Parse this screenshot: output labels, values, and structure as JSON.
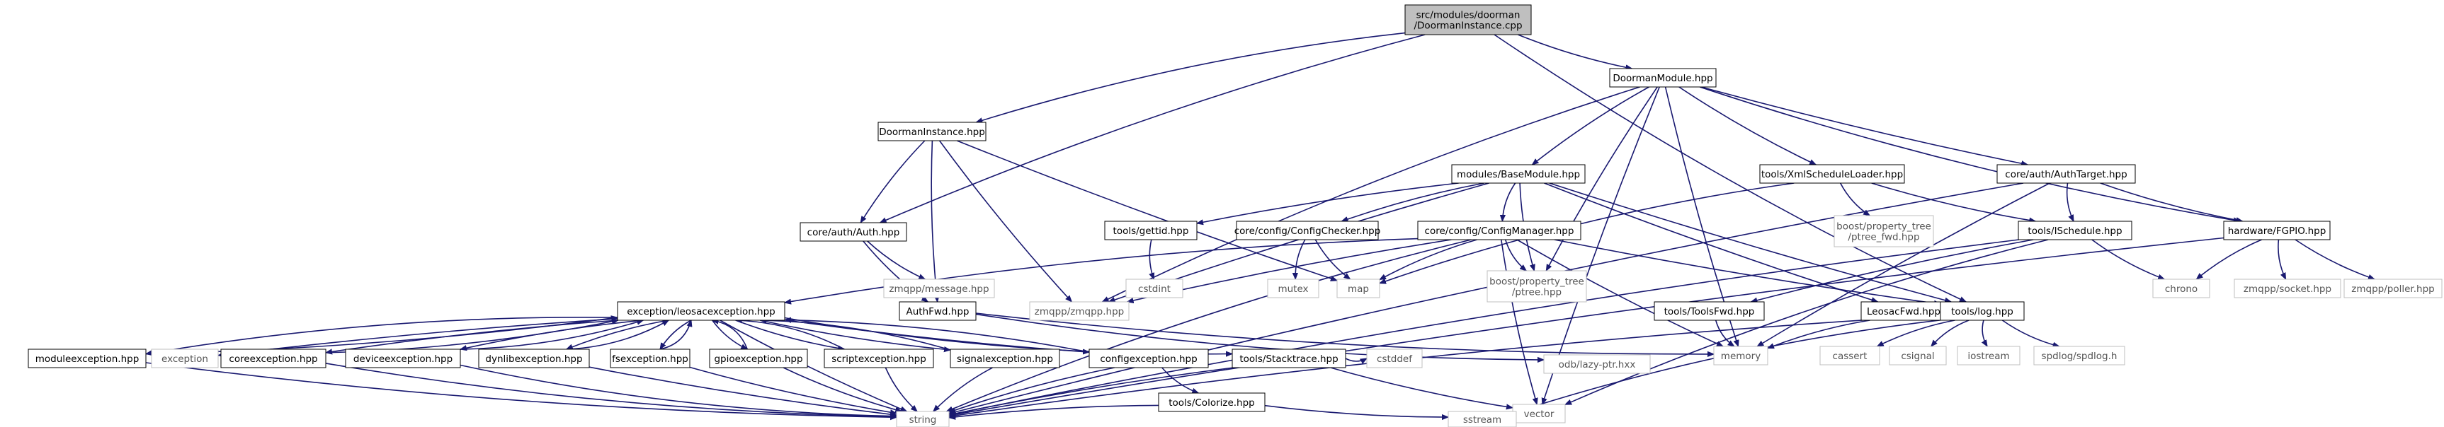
{
  "diagram": {
    "kind": "include-dependency-graph",
    "edge_color": "#191970",
    "root_fill": "#bfbfbf",
    "system_border": "#bfbfbf",
    "nodes": [
      {
        "id": "root",
        "lines": [
          "src/modules/doorman",
          "/DoormanInstance.cpp"
        ],
        "style": "root"
      },
      {
        "id": "DoormanModule",
        "lines": [
          "DoormanModule.hpp"
        ],
        "style": "normal"
      },
      {
        "id": "DoormanInstance",
        "lines": [
          "DoormanInstance.hpp"
        ],
        "style": "normal"
      },
      {
        "id": "BaseModule",
        "lines": [
          "modules/BaseModule.hpp"
        ],
        "style": "normal"
      },
      {
        "id": "XmlScheduleLoader",
        "lines": [
          "tools/XmlScheduleLoader.hpp"
        ],
        "style": "normal"
      },
      {
        "id": "AuthTarget",
        "lines": [
          "core/auth/AuthTarget.hpp"
        ],
        "style": "normal"
      },
      {
        "id": "Auth",
        "lines": [
          "core/auth/Auth.hpp"
        ],
        "style": "normal"
      },
      {
        "id": "gettid",
        "lines": [
          "tools/gettid.hpp"
        ],
        "style": "normal"
      },
      {
        "id": "ConfigChecker",
        "lines": [
          "core/config/ConfigChecker.hpp"
        ],
        "style": "normal"
      },
      {
        "id": "ConfigManager",
        "lines": [
          "core/config/ConfigManager.hpp"
        ],
        "style": "normal"
      },
      {
        "id": "ptree_fwd",
        "lines": [
          "boost/property_tree",
          "/ptree_fwd.hpp"
        ],
        "style": "system"
      },
      {
        "id": "ISchedule",
        "lines": [
          "tools/ISchedule.hpp"
        ],
        "style": "normal"
      },
      {
        "id": "FGPIO",
        "lines": [
          "hardware/FGPIO.hpp"
        ],
        "style": "normal"
      },
      {
        "id": "zmqpp_message",
        "lines": [
          "zmqpp/message.hpp"
        ],
        "style": "system"
      },
      {
        "id": "cstdint",
        "lines": [
          "cstdint"
        ],
        "style": "system"
      },
      {
        "id": "mutex",
        "lines": [
          "mutex"
        ],
        "style": "system"
      },
      {
        "id": "map",
        "lines": [
          "map"
        ],
        "style": "system"
      },
      {
        "id": "ptree",
        "lines": [
          "boost/property_tree",
          "/ptree.hpp"
        ],
        "style": "system"
      },
      {
        "id": "chrono",
        "lines": [
          "chrono"
        ],
        "style": "system"
      },
      {
        "id": "zmqpp_socket",
        "lines": [
          "zmqpp/socket.hpp"
        ],
        "style": "system"
      },
      {
        "id": "zmqpp_poller",
        "lines": [
          "zmqpp/poller.hpp"
        ],
        "style": "system"
      },
      {
        "id": "leosacexception",
        "lines": [
          "exception/leosacexception.hpp"
        ],
        "style": "normal"
      },
      {
        "id": "AuthFwd",
        "lines": [
          "AuthFwd.hpp"
        ],
        "style": "normal"
      },
      {
        "id": "zmqpp",
        "lines": [
          "zmqpp/zmqpp.hpp"
        ],
        "style": "system"
      },
      {
        "id": "ToolsFwd",
        "lines": [
          "tools/ToolsFwd.hpp"
        ],
        "style": "normal"
      },
      {
        "id": "LeosacFwd",
        "lines": [
          "LeosacFwd.hpp"
        ],
        "style": "normal"
      },
      {
        "id": "log",
        "lines": [
          "tools/log.hpp"
        ],
        "style": "normal"
      },
      {
        "id": "moduleexception",
        "lines": [
          "moduleexception.hpp"
        ],
        "style": "normal"
      },
      {
        "id": "exception",
        "lines": [
          "exception"
        ],
        "style": "system"
      },
      {
        "id": "coreexception",
        "lines": [
          "coreexception.hpp"
        ],
        "style": "normal"
      },
      {
        "id": "deviceexception",
        "lines": [
          "deviceexception.hpp"
        ],
        "style": "normal"
      },
      {
        "id": "dynlibexception",
        "lines": [
          "dynlibexception.hpp"
        ],
        "style": "normal"
      },
      {
        "id": "fsexception",
        "lines": [
          "fsexception.hpp"
        ],
        "style": "normal"
      },
      {
        "id": "gpioexception",
        "lines": [
          "gpioexception.hpp"
        ],
        "style": "normal"
      },
      {
        "id": "scriptexception",
        "lines": [
          "scriptexception.hpp"
        ],
        "style": "normal"
      },
      {
        "id": "signalexception",
        "lines": [
          "signalexception.hpp"
        ],
        "style": "normal"
      },
      {
        "id": "configexception",
        "lines": [
          "configexception.hpp"
        ],
        "style": "normal"
      },
      {
        "id": "Stacktrace",
        "lines": [
          "tools/Stacktrace.hpp"
        ],
        "style": "normal"
      },
      {
        "id": "cstddef",
        "lines": [
          "cstddef"
        ],
        "style": "system"
      },
      {
        "id": "odb",
        "lines": [
          "odb/lazy-ptr.hxx"
        ],
        "style": "system"
      },
      {
        "id": "memory",
        "lines": [
          "memory"
        ],
        "style": "system"
      },
      {
        "id": "cassert",
        "lines": [
          "cassert"
        ],
        "style": "system"
      },
      {
        "id": "csignal",
        "lines": [
          "csignal"
        ],
        "style": "system"
      },
      {
        "id": "iostream",
        "lines": [
          "iostream"
        ],
        "style": "system"
      },
      {
        "id": "spdlog",
        "lines": [
          "spdlog/spdlog.h"
        ],
        "style": "system"
      },
      {
        "id": "vector",
        "lines": [
          "vector"
        ],
        "style": "system"
      },
      {
        "id": "Colorize",
        "lines": [
          "tools/Colorize.hpp"
        ],
        "style": "normal"
      },
      {
        "id": "string",
        "lines": [
          "string"
        ],
        "style": "system"
      },
      {
        "id": "sstream",
        "lines": [
          "sstream"
        ],
        "style": "system"
      }
    ],
    "edges": [
      [
        "root",
        "DoormanModule"
      ],
      [
        "root",
        "DoormanInstance"
      ],
      [
        "root",
        "Auth"
      ],
      [
        "root",
        "log"
      ],
      [
        "DoormanModule",
        "BaseModule"
      ],
      [
        "DoormanModule",
        "XmlScheduleLoader"
      ],
      [
        "DoormanModule",
        "AuthTarget"
      ],
      [
        "DoormanModule",
        "FGPIO"
      ],
      [
        "DoormanModule",
        "zmqpp"
      ],
      [
        "DoormanModule",
        "ptree"
      ],
      [
        "DoormanModule",
        "memory"
      ],
      [
        "DoormanModule",
        "vector"
      ],
      [
        "DoormanInstance",
        "Auth"
      ],
      [
        "DoormanInstance",
        "AuthFwd"
      ],
      [
        "DoormanInstance",
        "zmqpp"
      ],
      [
        "DoormanInstance",
        "map"
      ],
      [
        "BaseModule",
        "gettid"
      ],
      [
        "BaseModule",
        "ConfigChecker"
      ],
      [
        "BaseModule",
        "ConfigManager"
      ],
      [
        "BaseModule",
        "ptree"
      ],
      [
        "BaseModule",
        "zmqpp"
      ],
      [
        "BaseModule",
        "log"
      ],
      [
        "BaseModule",
        "LeosacFwd"
      ],
      [
        "XmlScheduleLoader",
        "ptree_fwd"
      ],
      [
        "XmlScheduleLoader",
        "ISchedule"
      ],
      [
        "XmlScheduleLoader",
        "map"
      ],
      [
        "AuthTarget",
        "ISchedule"
      ],
      [
        "AuthTarget",
        "FGPIO"
      ],
      [
        "AuthTarget",
        "string"
      ],
      [
        "AuthTarget",
        "memory"
      ],
      [
        "Auth",
        "zmqpp_message"
      ],
      [
        "Auth",
        "AuthFwd"
      ],
      [
        "gettid",
        "cstdint"
      ],
      [
        "ConfigChecker",
        "mutex"
      ],
      [
        "ConfigChecker",
        "map"
      ],
      [
        "ConfigManager",
        "leosacexception"
      ],
      [
        "ConfigManager",
        "ptree"
      ],
      [
        "ConfigManager",
        "zmqpp"
      ],
      [
        "ConfigManager",
        "map"
      ],
      [
        "ConfigManager",
        "memory"
      ],
      [
        "ConfigManager",
        "log"
      ],
      [
        "ConfigManager",
        "string"
      ],
      [
        "ConfigManager",
        "vector"
      ],
      [
        "ISchedule",
        "ToolsFwd"
      ],
      [
        "ISchedule",
        "chrono"
      ],
      [
        "ISchedule",
        "string"
      ],
      [
        "ISchedule",
        "vector"
      ],
      [
        "FGPIO",
        "zmqpp_socket"
      ],
      [
        "FGPIO",
        "zmqpp_poller"
      ],
      [
        "FGPIO",
        "chrono"
      ],
      [
        "FGPIO",
        "string"
      ],
      [
        "AuthFwd",
        "memory"
      ],
      [
        "AuthFwd",
        "odb"
      ],
      [
        "ToolsFwd",
        "memory"
      ],
      [
        "LeosacFwd",
        "memory"
      ],
      [
        "log",
        "cassert"
      ],
      [
        "log",
        "csignal"
      ],
      [
        "log",
        "iostream"
      ],
      [
        "log",
        "spdlog"
      ],
      [
        "log",
        "string"
      ],
      [
        "log",
        "sstream"
      ],
      [
        "leosacexception",
        "moduleexception"
      ],
      [
        "leosacexception",
        "exception"
      ],
      [
        "leosacexception",
        "coreexception"
      ],
      [
        "leosacexception",
        "deviceexception"
      ],
      [
        "leosacexception",
        "dynlibexception"
      ],
      [
        "leosacexception",
        "fsexception"
      ],
      [
        "leosacexception",
        "gpioexception"
      ],
      [
        "leosacexception",
        "scriptexception"
      ],
      [
        "leosacexception",
        "signalexception"
      ],
      [
        "leosacexception",
        "configexception"
      ],
      [
        "leosacexception",
        "Stacktrace"
      ],
      [
        "leosacexception",
        "string"
      ],
      [
        "moduleexception",
        "leosacexception"
      ],
      [
        "coreexception",
        "leosacexception"
      ],
      [
        "deviceexception",
        "leosacexception"
      ],
      [
        "dynlibexception",
        "leosacexception"
      ],
      [
        "fsexception",
        "leosacexception"
      ],
      [
        "gpioexception",
        "leosacexception"
      ],
      [
        "scriptexception",
        "leosacexception"
      ],
      [
        "signalexception",
        "leosacexception"
      ],
      [
        "configexception",
        "leosacexception"
      ],
      [
        "moduleexception",
        "string"
      ],
      [
        "coreexception",
        "string"
      ],
      [
        "deviceexception",
        "string"
      ],
      [
        "dynlibexception",
        "string"
      ],
      [
        "fsexception",
        "string"
      ],
      [
        "gpioexception",
        "string"
      ],
      [
        "scriptexception",
        "string"
      ],
      [
        "signalexception",
        "string"
      ],
      [
        "configexception",
        "string"
      ],
      [
        "configexception",
        "Colorize"
      ],
      [
        "Stacktrace",
        "cstddef"
      ],
      [
        "Stacktrace",
        "vector"
      ],
      [
        "Stacktrace",
        "string"
      ],
      [
        "Colorize",
        "string"
      ],
      [
        "Colorize",
        "sstream"
      ]
    ]
  }
}
